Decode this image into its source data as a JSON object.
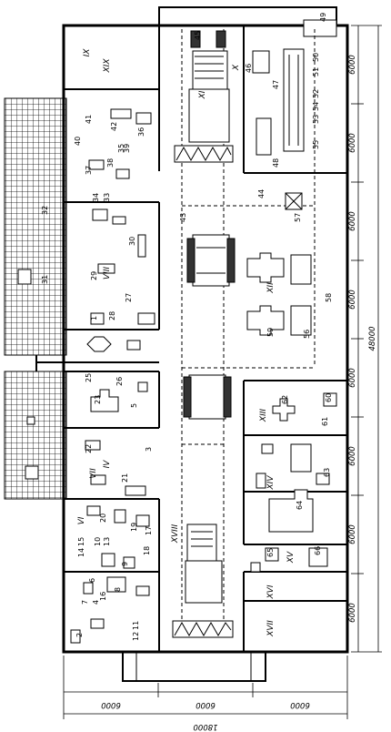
{
  "title": "",
  "dimensions": {
    "vertical_bays": [
      "6000",
      "6000",
      "6000",
      "6000",
      "6000",
      "6000",
      "6000",
      "6000"
    ],
    "vertical_total": "48000",
    "horizontal_bays": [
      "6000",
      "6000",
      "6000"
    ],
    "horizontal_total": "18000"
  },
  "rooms": [
    "XIX",
    "XI",
    "X",
    "XII",
    "XIII",
    "XIV",
    "XV",
    "XVI",
    "XVII",
    "XVIII",
    "IX",
    "VIII",
    "VII",
    "VI",
    "IV"
  ],
  "equipment_numbers": [
    "1",
    "2",
    "3",
    "4",
    "5",
    "6",
    "7",
    "8",
    "9",
    "10",
    "11",
    "12",
    "13",
    "14",
    "15",
    "16",
    "17",
    "18",
    "19",
    "20",
    "21",
    "22",
    "23",
    "24",
    "25",
    "26",
    "27",
    "28",
    "29",
    "30",
    "31",
    "32",
    "33",
    "34",
    "35",
    "36",
    "37",
    "38",
    "39",
    "40",
    "41",
    "42",
    "43",
    "44",
    "45",
    "46",
    "47",
    "48",
    "49",
    "50",
    "51",
    "52",
    "53",
    "54",
    "55",
    "56",
    "57",
    "58",
    "59",
    "60",
    "61",
    "62",
    "63",
    "64",
    "65",
    "66"
  ],
  "colors": {
    "line": "#000000",
    "background": "#ffffff"
  }
}
